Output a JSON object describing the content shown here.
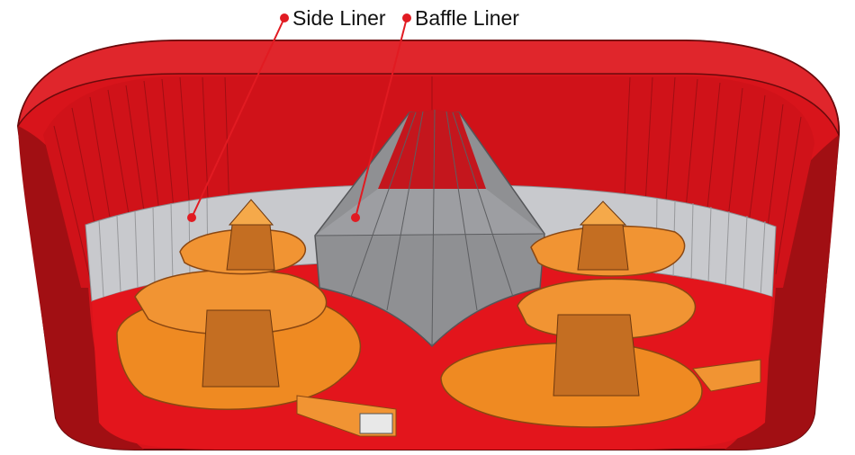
{
  "callouts": [
    {
      "id": "side",
      "label": "Side Liner"
    },
    {
      "id": "baffle",
      "label": "Baffle Liner"
    }
  ],
  "colors": {
    "shell_red": "#d8141b",
    "shell_dark": "#9c0f12",
    "floor_red": "#e3151c",
    "liner_grey": "#c8c9cd",
    "baffle_grey": "#8f9093",
    "auger_orange": "#ef8a22",
    "auger_dark": "#b4621a",
    "callout_line": "#e11b22"
  }
}
